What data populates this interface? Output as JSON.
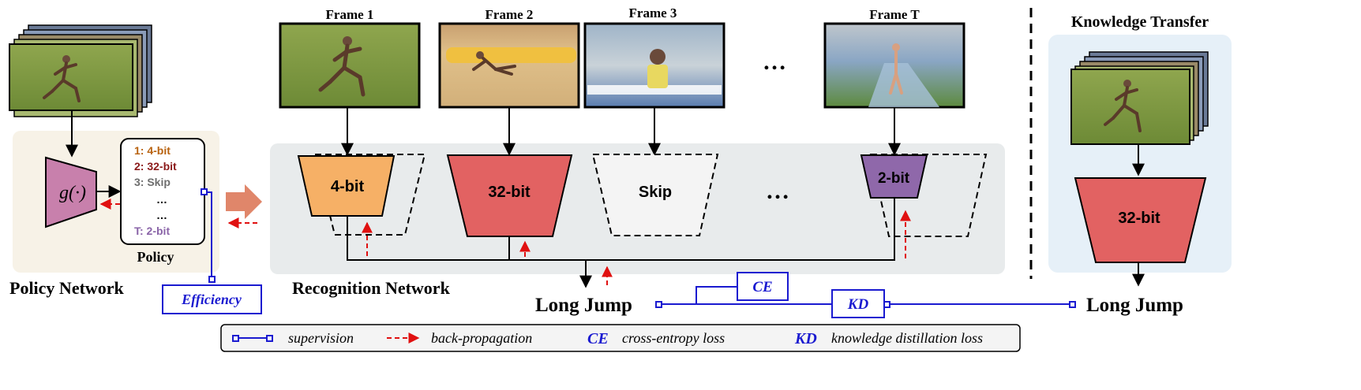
{
  "frames": [
    {
      "label": "Frame 1"
    },
    {
      "label": "Frame 2"
    },
    {
      "label": "Frame 3"
    },
    {
      "label": "Frame T"
    }
  ],
  "ellipsis": "…",
  "policy_network": {
    "label": "Policy Network",
    "function": "g(·)",
    "policy_label": "Policy",
    "items": [
      {
        "text": "1: 4-bit",
        "color": "#b8620f"
      },
      {
        "text": "2: 32-bit",
        "color": "#8b1a1a"
      },
      {
        "text": "3: Skip",
        "color": "#6e6e6e"
      },
      {
        "text": "…",
        "color": "#000000"
      },
      {
        "text": "…",
        "color": "#000000"
      },
      {
        "text": "T: 2-bit",
        "color": "#8a64a8"
      }
    ],
    "efficiency": "Efficiency"
  },
  "recognition_network": {
    "label": "Recognition Network",
    "blocks": [
      {
        "text": "4-bit",
        "color": "#f6b066"
      },
      {
        "text": "32-bit",
        "color": "#e26262"
      },
      {
        "text": "Skip",
        "color": "#f4f4f4"
      },
      {
        "text": "2-bit",
        "color": "#8f68aa"
      }
    ]
  },
  "knowledge_transfer": {
    "title": "Knowledge Transfer",
    "block": "32-bit",
    "output": "Long Jump"
  },
  "output_label": "Long Jump",
  "losses": {
    "ce": "CE",
    "kd": "KD"
  },
  "legend": {
    "supervision": "supervision",
    "backprop": "back-propagation",
    "ce_abbr": "CE",
    "ce_text": "cross-entropy loss",
    "kd_abbr": "KD",
    "kd_text": "knowledge distillation loss"
  },
  "colors": {
    "policy_bg": "#f7f2e7",
    "recog_bg": "#e8ebec",
    "kt_bg": "#e6f0f8",
    "policy_net": "#c880ac",
    "supervision": "#1a1ad0",
    "backprop": "#e01010"
  }
}
